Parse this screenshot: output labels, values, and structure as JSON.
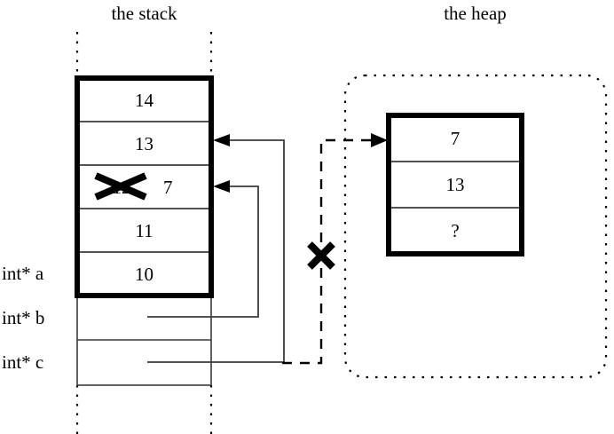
{
  "figure": {
    "stack_title": "the stack",
    "heap_title": "the heap"
  },
  "stack": {
    "cells": [
      {
        "value": "14",
        "crossed_out": false
      },
      {
        "value": "13",
        "crossed_out": false
      },
      {
        "value": "12",
        "crossed_out": true,
        "replacement": "7"
      },
      {
        "value": "11",
        "crossed_out": false
      },
      {
        "value": "10",
        "crossed_out": false
      }
    ],
    "variables": [
      {
        "label": "int* a"
      },
      {
        "label": "int* b"
      },
      {
        "label": "int* c"
      }
    ]
  },
  "heap": {
    "cells": [
      {
        "value": "7"
      },
      {
        "value": "13"
      },
      {
        "value": "?"
      }
    ]
  },
  "annotations": {
    "invalid_pointer_mark": "X",
    "crossout_mark": "X"
  },
  "colors": {
    "stroke": "#000000",
    "thin_stroke": "#3a3a3a",
    "background": "#ffffff"
  }
}
